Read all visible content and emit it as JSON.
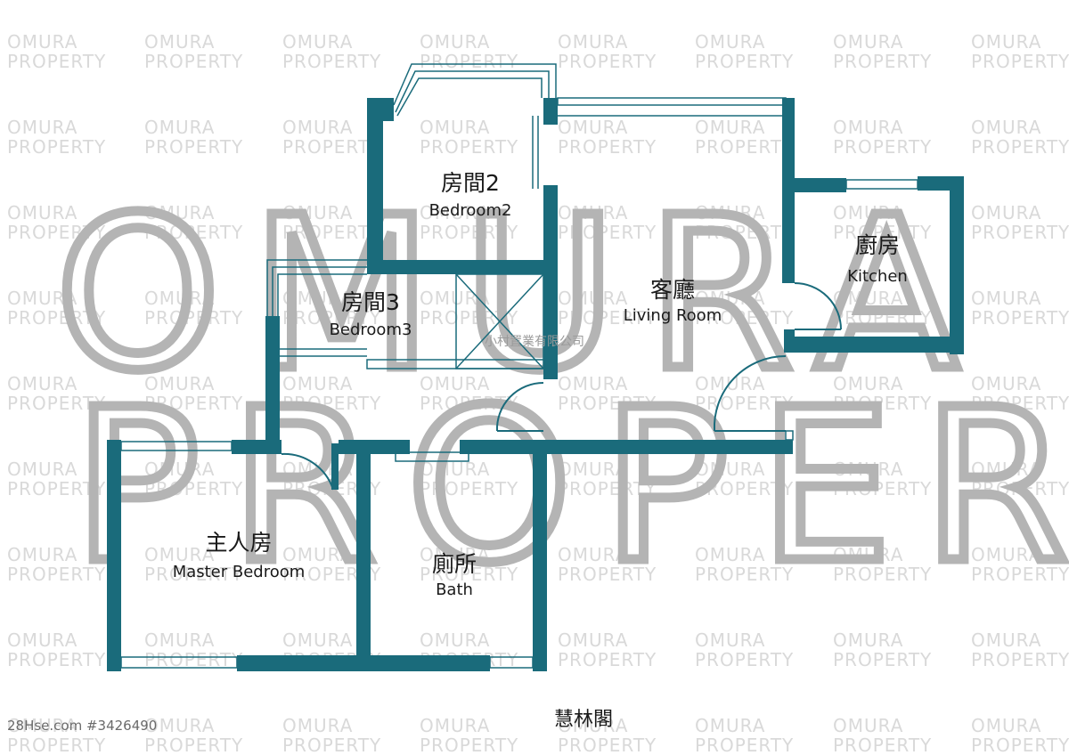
{
  "watermark": {
    "repeat_line1": "OMURA",
    "repeat_line2": "PROPERTY",
    "big_line1": "OMURA",
    "big_line2": "PROPERTY"
  },
  "rooms": {
    "bedroom2": {
      "cn": "房間2",
      "en": "Bedroom2"
    },
    "bedroom3": {
      "cn": "房間3",
      "en": "Bedroom3"
    },
    "living": {
      "cn": "客廳",
      "en": "Living Room"
    },
    "kitchen": {
      "cn": "廚房",
      "en": "Kitchen"
    },
    "master": {
      "cn": "主人房",
      "en": "Master Bedroom"
    },
    "bath": {
      "cn": "廁所",
      "en": "Bath"
    }
  },
  "agency_label": "小村置業有限公司",
  "footer": {
    "listing_code": "28Hse.com #3426490",
    "building_name": "慧林閣"
  },
  "colors": {
    "wall": "#1a6b7b",
    "watermark_small": "#d9d9d9",
    "watermark_big": "#b4b4b4"
  }
}
